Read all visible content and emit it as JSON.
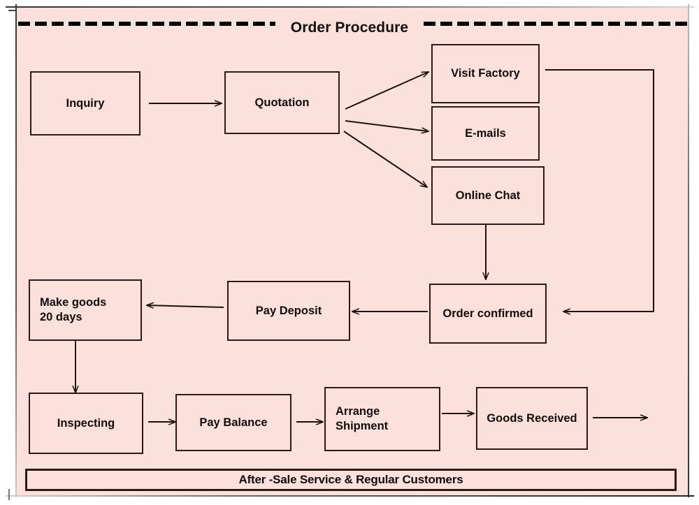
{
  "diagram": {
    "title": "Order Procedure",
    "background_color": "#fbe0dc",
    "line_color": "#2b1a17",
    "text_color": "#100c0b",
    "footer_label": "After -Sale Service & Regular Customers",
    "nodes": [
      {
        "id": "inquiry",
        "label": "Inquiry"
      },
      {
        "id": "quotation",
        "label": "Quotation"
      },
      {
        "id": "visit-factory",
        "label": "Visit Factory"
      },
      {
        "id": "e-mails",
        "label": "E-mails"
      },
      {
        "id": "online-chat",
        "label": "Online Chat"
      },
      {
        "id": "order-confirmed",
        "label": "Order confirmed"
      },
      {
        "id": "pay-deposit",
        "label": "Pay Deposit"
      },
      {
        "id": "make-goods",
        "label": "Make goods\n20 days"
      },
      {
        "id": "inspecting",
        "label": "Inspecting"
      },
      {
        "id": "pay-balance",
        "label": "Pay Balance"
      },
      {
        "id": "arrange-shipment",
        "label": "Arrange\nShipment"
      },
      {
        "id": "goods-received",
        "label": "Goods Received"
      }
    ],
    "edges": [
      {
        "from": "inquiry",
        "to": "quotation"
      },
      {
        "from": "quotation",
        "to": "visit-factory"
      },
      {
        "from": "quotation",
        "to": "e-mails"
      },
      {
        "from": "quotation",
        "to": "online-chat"
      },
      {
        "from": "visit-factory",
        "to": "order-confirmed"
      },
      {
        "from": "online-chat",
        "to": "order-confirmed"
      },
      {
        "from": "order-confirmed",
        "to": "pay-deposit"
      },
      {
        "from": "pay-deposit",
        "to": "make-goods"
      },
      {
        "from": "make-goods",
        "to": "inspecting"
      },
      {
        "from": "inspecting",
        "to": "pay-balance"
      },
      {
        "from": "pay-balance",
        "to": "arrange-shipment"
      },
      {
        "from": "arrange-shipment",
        "to": "goods-received"
      },
      {
        "from": "goods-received",
        "to": ""
      }
    ]
  }
}
